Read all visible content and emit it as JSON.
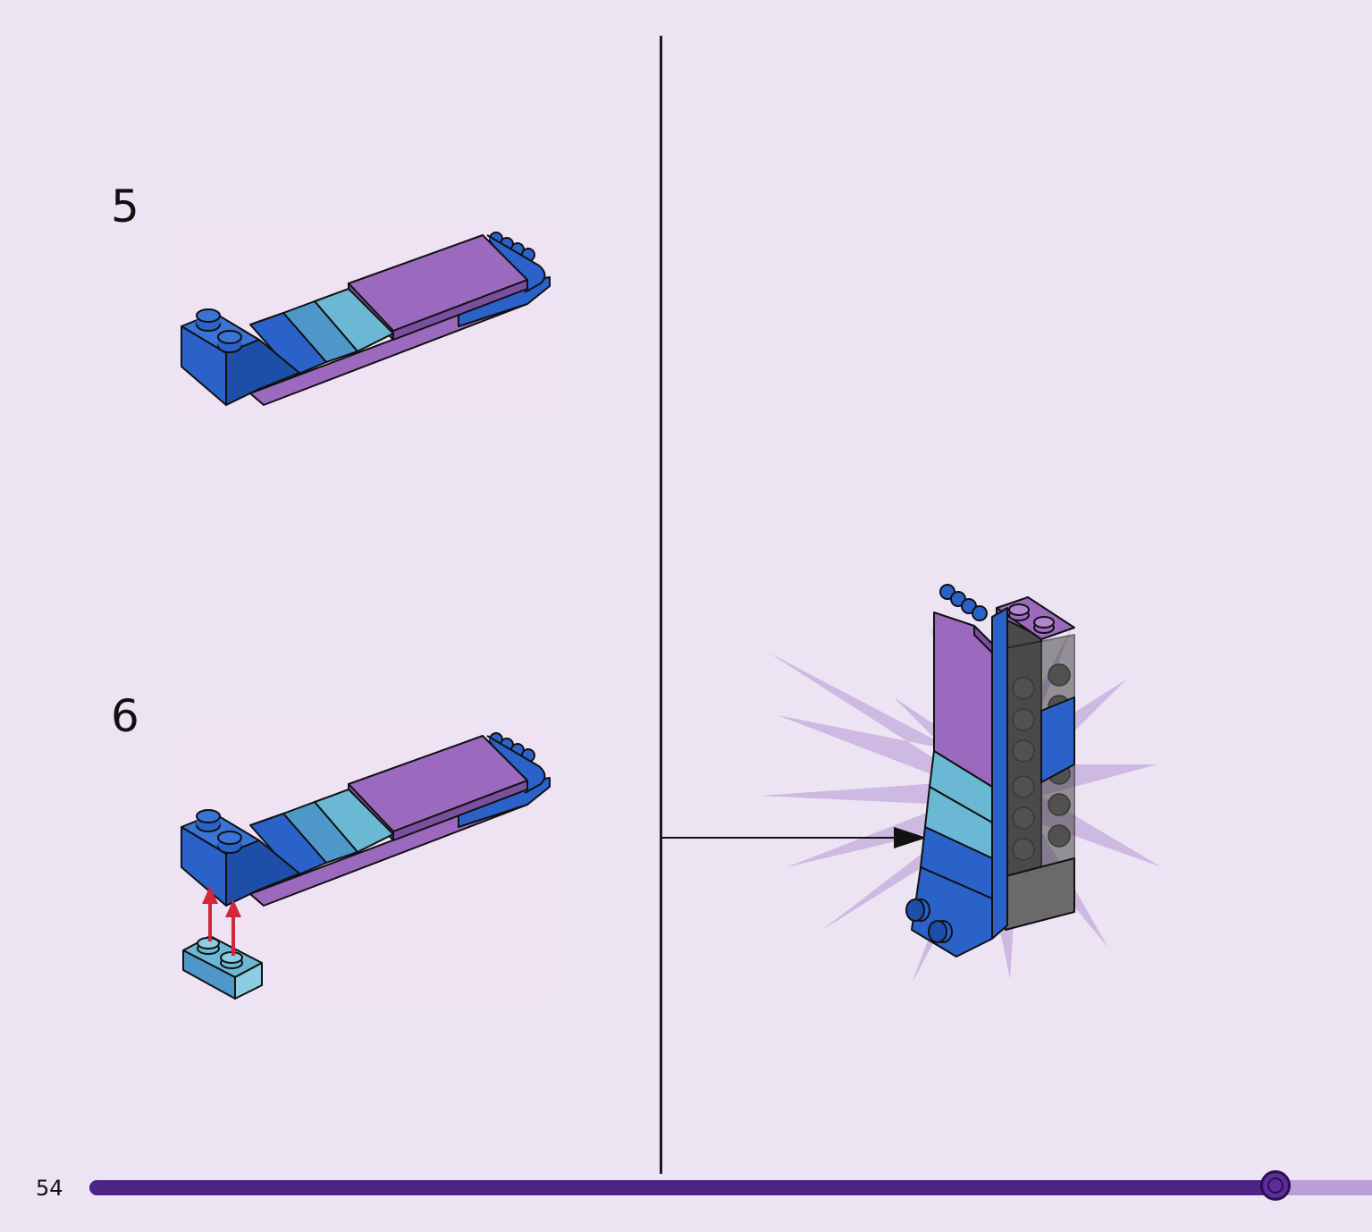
{
  "page": {
    "number": "54"
  },
  "steps": [
    {
      "number": "5"
    },
    {
      "number": "6"
    }
  ],
  "progress": {
    "fraction": 0.925
  },
  "colors": {
    "background": "#ece4f3",
    "brick_blue": "#2a62c9",
    "brick_lavender": "#9b69bd",
    "brick_light_blue": "#6ab8d3",
    "brick_dark_grey": "#4a4a4a",
    "arrow_red": "#d0273a",
    "progress_fill": "#4b2485",
    "progress_track": "#b8a0d6"
  }
}
